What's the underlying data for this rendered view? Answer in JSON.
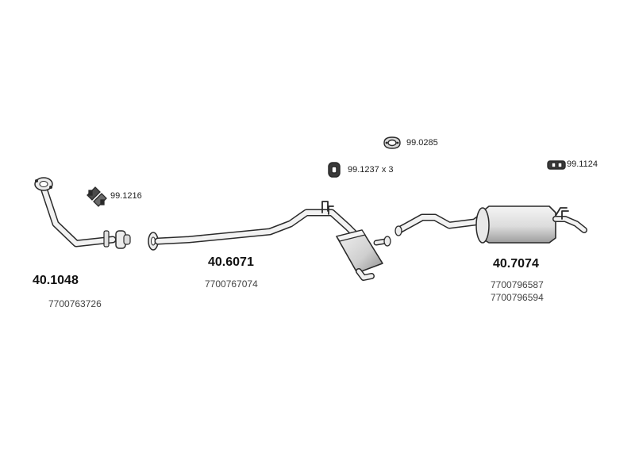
{
  "parts": {
    "front_pipe": {
      "part_number": "40.1048",
      "oem_numbers": [
        "7700763726"
      ]
    },
    "middle_section": {
      "part_number": "40.6071",
      "oem_numbers": [
        "7700767074"
      ]
    },
    "rear_silencer": {
      "part_number": "40.7074",
      "oem_numbers": [
        "7700796587",
        "7700796594"
      ]
    }
  },
  "hardware": {
    "clamp": {
      "code": "99.1216"
    },
    "gasket": {
      "code": "99.0285"
    },
    "rubber_mount": {
      "code": "99.1237 x 3"
    },
    "rear_hanger": {
      "code": "99.1124"
    }
  },
  "colors": {
    "line": "#2a2a2a",
    "fill": "#ececec",
    "shade": "#bdbdbd",
    "background": "#ffffff"
  }
}
